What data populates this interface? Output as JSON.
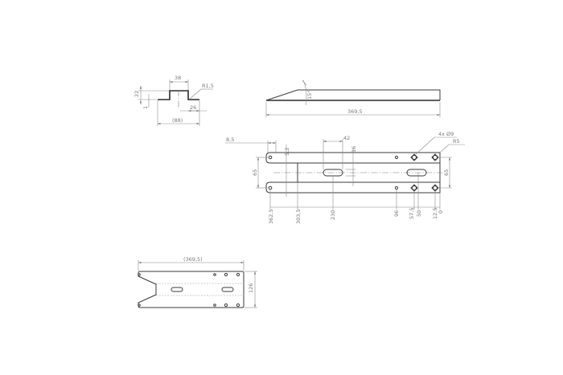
{
  "drawing": {
    "section_view": {
      "dims": {
        "top_width": "38",
        "radius": "R1,5",
        "height": "22",
        "thickness": "1",
        "flange": "26",
        "overall_width": "(88)"
      }
    },
    "side_view": {
      "dims": {
        "angle": "15°",
        "length": "369,5"
      }
    },
    "plan_view": {
      "dims": {
        "left_offset": "8,5",
        "hole_edge": "5,2",
        "slot_len": "42",
        "slot_width": "16",
        "holes_note": "4x Ø9",
        "corner_radius": "R5",
        "left_spacing": "65",
        "right_spacing": "65"
      },
      "ordinate_dims": [
        "362,5",
        "303,5",
        "230",
        "96",
        "57,5",
        "50",
        "12,5",
        "0"
      ]
    },
    "flat_view": {
      "dims": {
        "length": "(369,5)",
        "width": "126"
      }
    }
  }
}
